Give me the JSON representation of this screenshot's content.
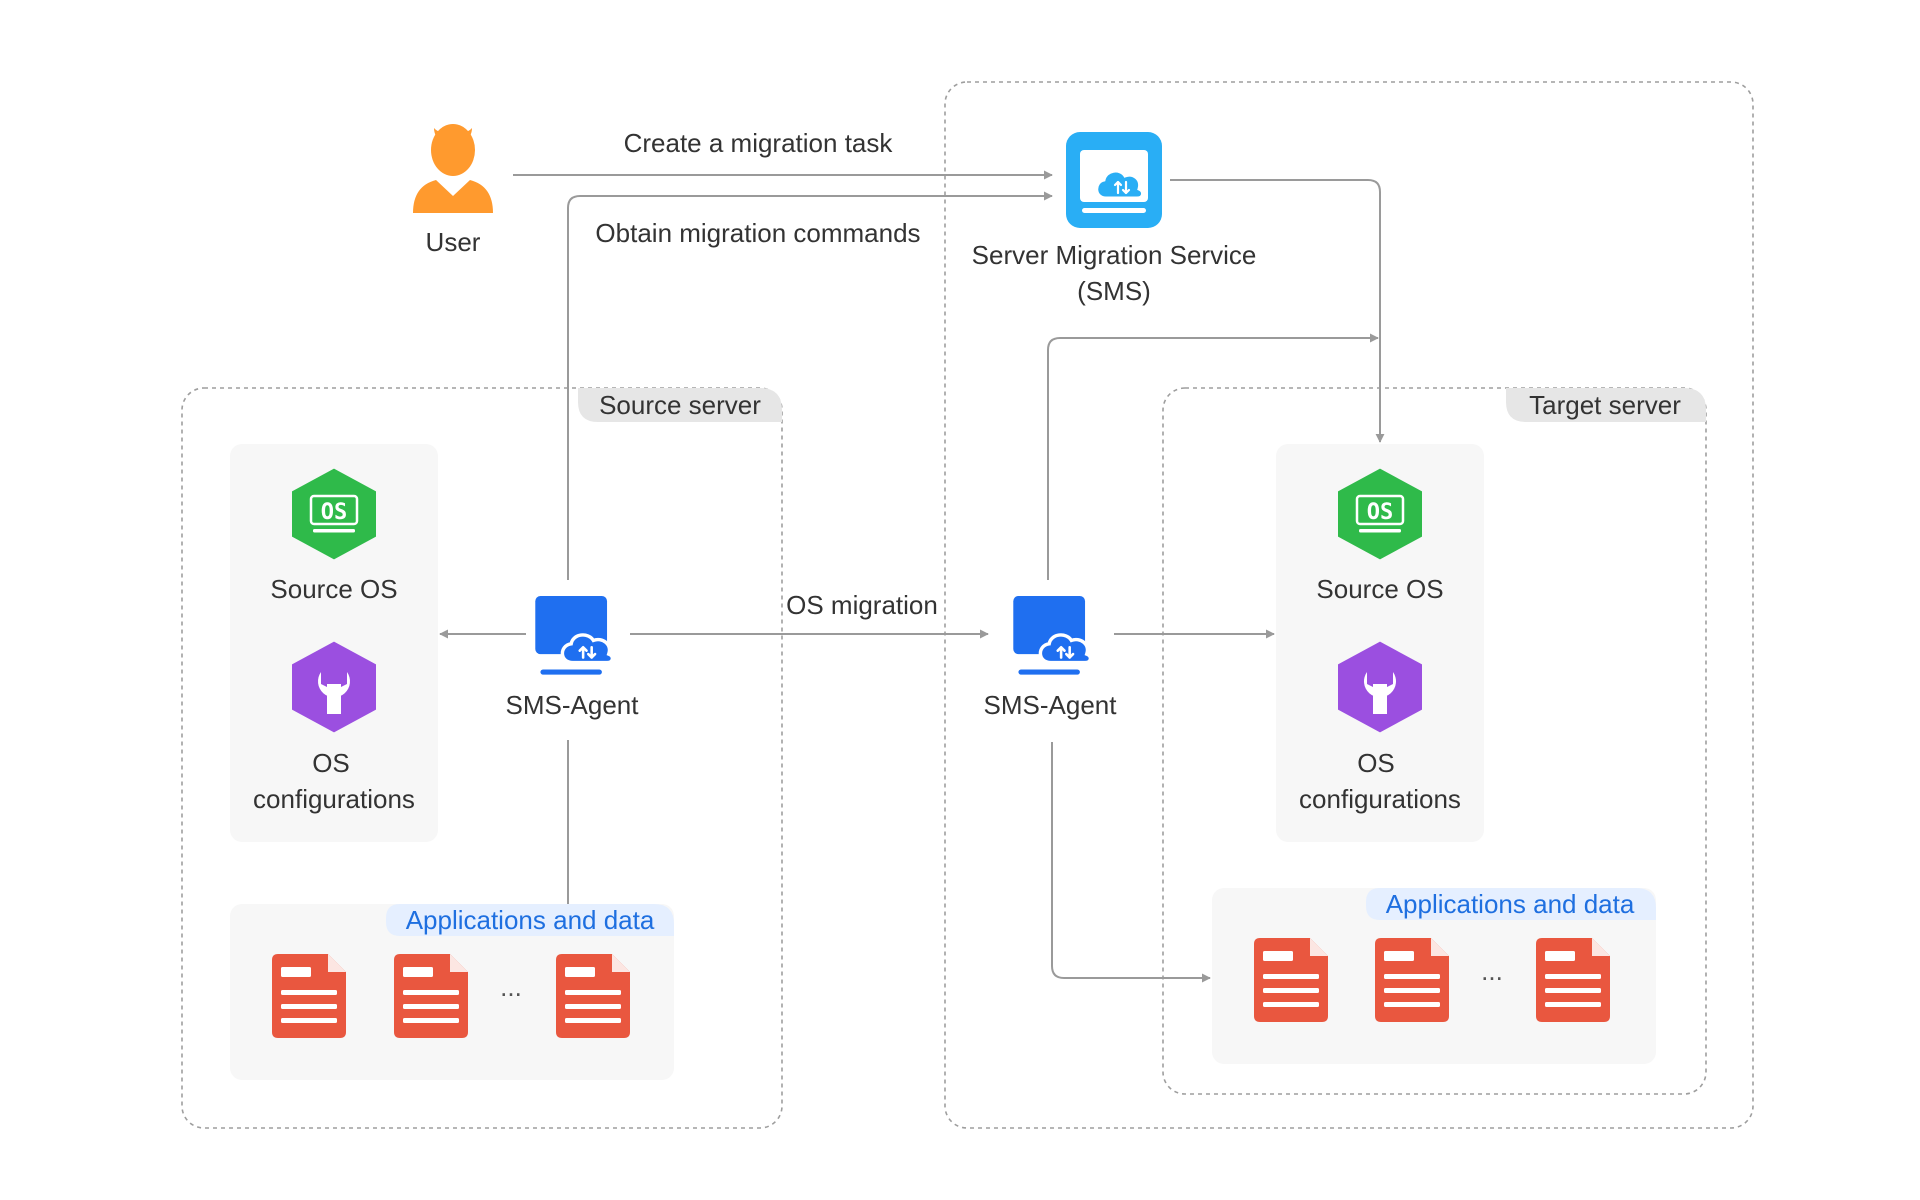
{
  "nodes": {
    "user": {
      "label": "User"
    },
    "sms": {
      "label_line1": "Server Migration Service",
      "label_line2": "(SMS)"
    },
    "source_agent": {
      "label": "SMS-Agent"
    },
    "target_agent": {
      "label": "SMS-Agent"
    }
  },
  "edges": {
    "create_task": "Create a migration task",
    "obtain_commands": "Obtain migration commands",
    "os_migration": "OS migration"
  },
  "source_server": {
    "title": "Source server",
    "os_label": "Source OS",
    "config_line1": "OS",
    "config_line2": "configurations",
    "apps_title": "Applications and data",
    "ellipsis": "..."
  },
  "target_server": {
    "title": "Target server",
    "os_label": "Source OS",
    "config_line1": "OS",
    "config_line2": "configurations",
    "apps_title": "Applications and data",
    "ellipsis": "..."
  },
  "icons": {
    "os_text": "OS"
  },
  "colors": {
    "user": "#ff9a2e",
    "sms": "#29aef5",
    "agent": "#1f6ff0",
    "os": "#2fba4a",
    "config": "#9b4fe0",
    "file": "#e9573f",
    "apps_tag_bg": "#e5efff",
    "apps_tag_text": "#1e6fe0",
    "server_tag_bg": "#e6e6e6",
    "panel_bg": "#f7f7f7",
    "connector": "#9a9a9a"
  }
}
